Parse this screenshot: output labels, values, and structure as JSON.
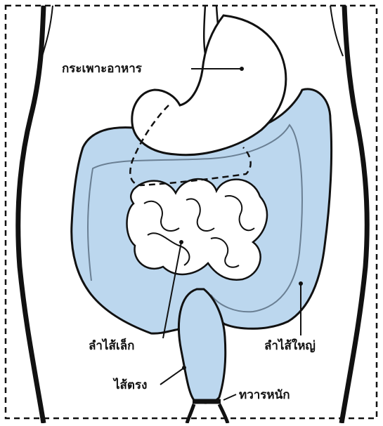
{
  "labels": {
    "stomach": "กระเพาะอาหาร",
    "small_intestine": "ลำไส้เล็ก",
    "large_intestine": "ลำไส้ใหญ่",
    "rectum": "ไส้ตรง",
    "anus": "ทวารหนัก"
  },
  "colors": {
    "colon_fill": "#bcd7ee",
    "outline": "#111111",
    "background": "#ffffff"
  }
}
